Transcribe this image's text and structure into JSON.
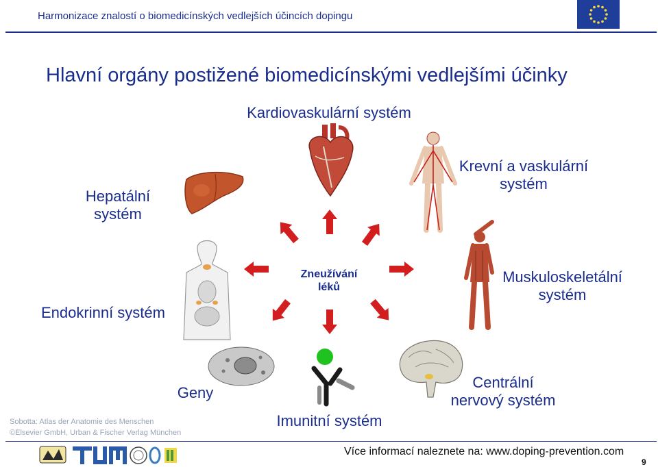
{
  "header": {
    "title": "Harmonizace znalostí o biomedicínských vedlejších účincích dopingu",
    "flag_icon": "eu-flag-icon"
  },
  "slide": {
    "title": "Hlavní orgány postižené biomedicínskými vedlejšími účinky"
  },
  "diagram": {
    "center": {
      "line1": "Zneužívání",
      "line2": "léků"
    },
    "nodes": {
      "cardio": "Kardiovaskulární systém",
      "hepatic": {
        "line1": "Hepatální",
        "line2": "systém"
      },
      "blood": {
        "line1": "Krevní a vaskulární",
        "line2": "systém"
      },
      "endocrine": "Endokrinní systém",
      "musculo": {
        "line1": "Muskuloskeletální",
        "line2": "systém"
      },
      "genes": "Geny",
      "immune": "Imunitní systém",
      "cns": {
        "line1": "Centrální",
        "line2": "nervový systém"
      }
    },
    "arrow_color": "#d21e1e"
  },
  "credit": {
    "line1": "Sobotta: Atlas der Anatomie des Menschen",
    "line2": "©Elsevier GmbH, Urban & Fischer Verlag München"
  },
  "footer": {
    "info": "Více informací naleznete na: www.doping-prevention.com",
    "page": "9",
    "logos": [
      "university-seal-icon",
      "tum-logo",
      "round-seal-icon",
      "o-logo",
      "ex-logo"
    ]
  },
  "colors": {
    "accent_blue": "#1a2d8c",
    "arrow_red": "#d21e1e",
    "antigen_green": "#1fc21f"
  }
}
